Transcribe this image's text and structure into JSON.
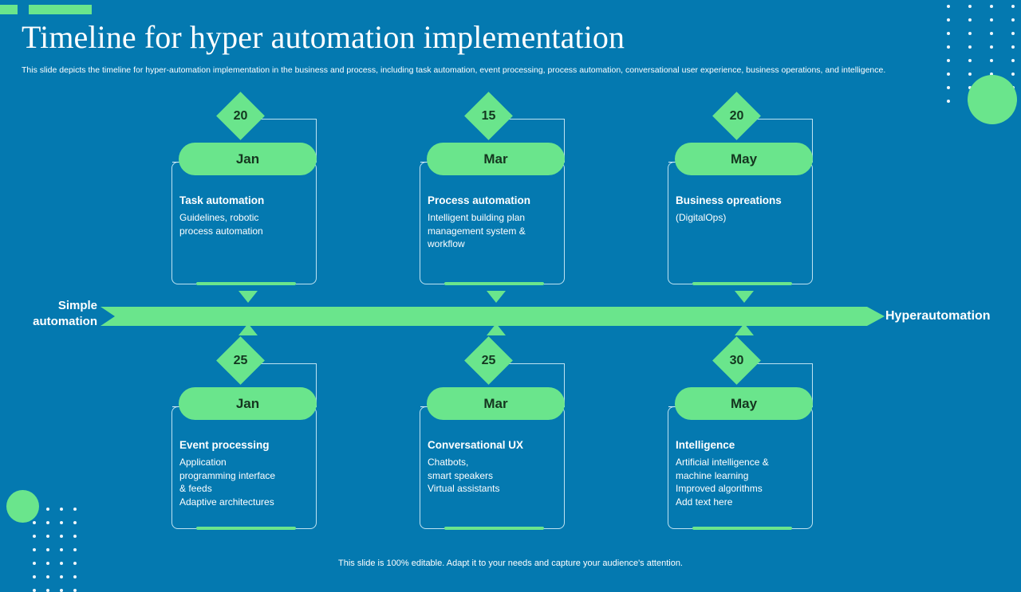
{
  "slide": {
    "title": "Timeline for hyper automation implementation",
    "subtitle": "This slide depicts the timeline for hyper-automation implementation in the business and process, including task automation, event processing, process automation, conversational user experience, business operations, and intelligence.",
    "footer": "This slide is 100% editable. Adapt it to your needs and capture your audience's attention."
  },
  "timeline": {
    "left_label": "Simple\nautomation",
    "right_label": "Hyperautomation"
  },
  "colors": {
    "background": "#0479b0",
    "accent_green": "#6ae58c",
    "outline": "#bfe3f2",
    "text": "#ffffff",
    "pill_text": "#15351f"
  },
  "milestones_top": [
    {
      "day": "20",
      "month": "Jan",
      "heading": "Task automation",
      "body": "Guidelines, robotic\nprocess automation"
    },
    {
      "day": "15",
      "month": "Mar",
      "heading": "Process automation",
      "body": "Intelligent building plan\nmanagement system &\nworkflow"
    },
    {
      "day": "20",
      "month": "May",
      "heading": "Business opreations",
      "body": "(DigitalOps)"
    }
  ],
  "milestones_bottom": [
    {
      "day": "25",
      "month": "Jan",
      "heading": "Event processing",
      "body": "Application\nprogramming interface\n& feeds\nAdaptive architectures"
    },
    {
      "day": "25",
      "month": "Mar",
      "heading": "Conversational UX",
      "body": "Chatbots,\nsmart speakers\nVirtual assistants"
    },
    {
      "day": "30",
      "month": "May",
      "heading": "Intelligence",
      "body": "Artificial intelligence &\nmachine learning\nImproved algorithms\nAdd text here"
    }
  ],
  "decorations": {
    "top_right_dots_icon": "dot-grid-icon",
    "top_right_circle_icon": "circle-decoration-icon",
    "bottom_left_dots_icon": "dot-grid-icon",
    "bottom_left_circle_icon": "circle-decoration-icon",
    "accent_bar_icon": "accent-bar-icon"
  }
}
